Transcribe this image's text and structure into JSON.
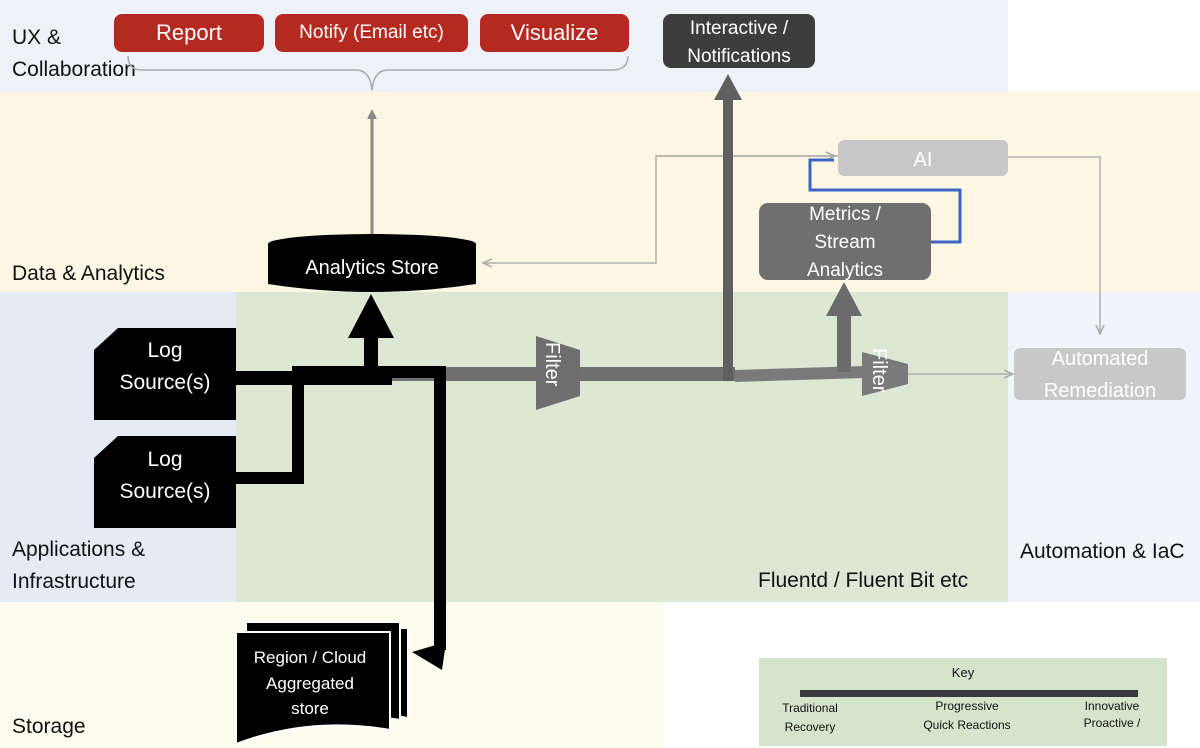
{
  "zones": {
    "ux": "UX & Collaboration",
    "data": "Data & Analytics",
    "apps": "Applications & Infrastructure",
    "automation": "Automation & IaC",
    "storage": "Storage",
    "fluent": "Fluentd / Fluent Bit etc"
  },
  "ux_buttons": {
    "report": "Report",
    "notify": "Notify (Email etc)",
    "visualize": "Visualize"
  },
  "nodes": {
    "interactive_line1": "Interactive /",
    "interactive_line2": "Notifications",
    "ai": "AI",
    "metrics_line1": "Metrics /",
    "metrics_line2": "Stream",
    "metrics_line3": "Analytics",
    "analytics_store": "Analytics Store",
    "log_source_1_line1": "Log",
    "log_source_1_line2": "Source(s)",
    "log_source_2_line1": "Log",
    "log_source_2_line2": "Source(s)",
    "filter_1": "Filter",
    "filter_2": "Filter",
    "remediation_line1": "Automated",
    "remediation_line2": "Remediation",
    "aggregated_line1": "Region / Cloud",
    "aggregated_line2": "Aggregated",
    "aggregated_line3": "store"
  },
  "key": {
    "title": "Key",
    "left_line1": "Traditional",
    "left_line2": "Recovery",
    "mid_line1": "Progressive",
    "mid_line2": "Quick Reactions",
    "right_line1": "Innovative",
    "right_line2": "Proactive /"
  },
  "colors": {
    "ux_bg": "#eef1f8",
    "data_bg": "#fdf6e3",
    "apps_bg": "#e4ebf5",
    "fluent_bg": "#dce8d4",
    "automation_bg": "#f1f4fa",
    "storage_bg": "#fefbef",
    "key_bg": "#d5e5cb",
    "red": "#b52a20"
  }
}
